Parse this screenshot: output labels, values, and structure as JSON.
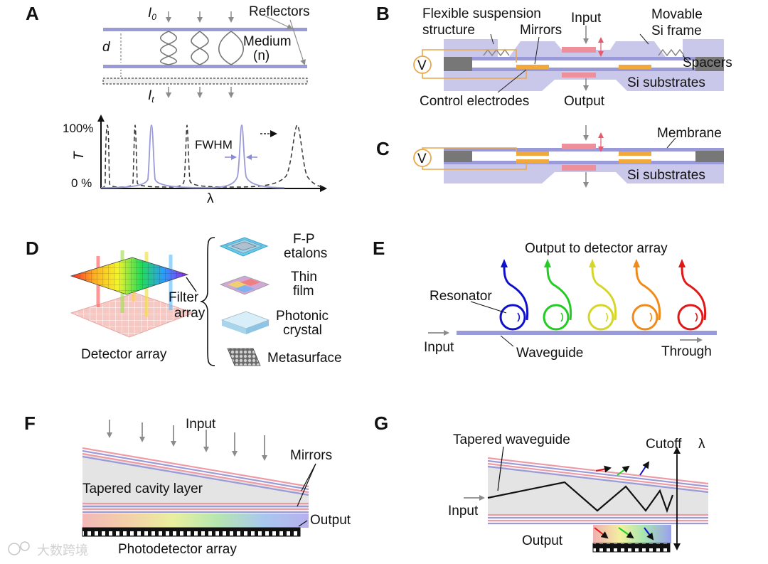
{
  "panels": {
    "A": {
      "letter": "A",
      "i0": "I",
      "i0_sub": "0",
      "it": "I",
      "it_sub": "t",
      "reflectors": "Reflectors",
      "d": "d",
      "medium": "Medium",
      "n": "(n)",
      "ylabel": "T",
      "ytick_top": "100%",
      "ytick_bottom": "0 %",
      "fwhm": "FWHM",
      "xlabel": "λ"
    },
    "B": {
      "letter": "B",
      "flex1": "Flexible suspension",
      "flex2": "structure",
      "mirrors": "Mirrors",
      "input": "Input",
      "movable1": "Movable",
      "movable2": "Si frame",
      "spacers": "Spacers",
      "v": "V",
      "si_substrates": "Si substrates",
      "control_electrodes": "Control electrodes",
      "output": "Output"
    },
    "C": {
      "letter": "C",
      "v": "V",
      "membrane": "Membrane",
      "si_substrates": "Si substrates"
    },
    "D": {
      "letter": "D",
      "filter1": "Filter",
      "filter2": "array",
      "detector_array": "Detector array",
      "fp1": "F-P",
      "fp2": "etalons",
      "thin1": "Thin",
      "thin2": "film",
      "pc1": "Photonic",
      "pc2": "crystal",
      "meta": "Metasurface"
    },
    "E": {
      "letter": "E",
      "output_to": "Output to detector array",
      "resonator": "Resonator",
      "input": "Input",
      "waveguide": "Waveguide",
      "through": "Through"
    },
    "F": {
      "letter": "F",
      "input": "Input",
      "mirrors": "Mirrors",
      "tapered_cavity": "Tapered cavity layer",
      "output": "Output",
      "photodetector": "Photodetector array"
    },
    "G": {
      "letter": "G",
      "tapered_wg": "Tapered waveguide",
      "cutoff": "Cutoff",
      "lambda": "λ",
      "input": "Input",
      "output": "Output"
    },
    "watermark": "大数跨境"
  },
  "colors": {
    "reflector": "#9a9ad8",
    "substrate": "#c9c7ea",
    "mirror_pink": "#ee8f9c",
    "electrode": "#f0a93a",
    "wire": "#e9a84a",
    "spacer": "#777777",
    "arrow": "#8c8c8c",
    "cavity": "#e4e4e4",
    "ring_colors": [
      "#1010cc",
      "#22cc22",
      "#d6d62a",
      "#f08a18",
      "#e01818"
    ]
  }
}
